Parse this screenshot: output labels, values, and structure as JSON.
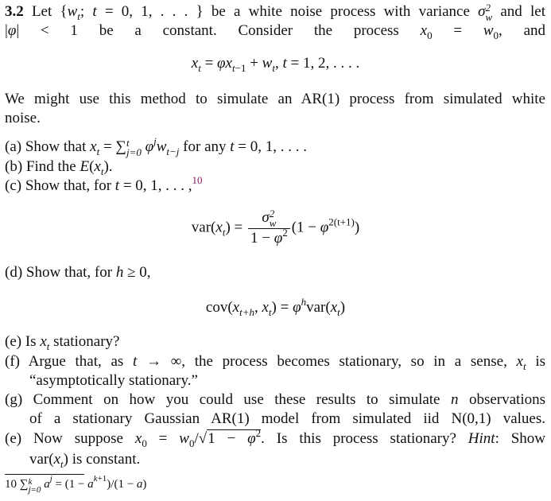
{
  "problem_number": "3.2",
  "lines": {
    "l1": [
      [
        "t",
        " Let {"
      ],
      [
        "i",
        "w"
      ],
      [
        "subi",
        "t"
      ],
      [
        "t",
        "; "
      ],
      [
        "i",
        "t"
      ],
      [
        "t",
        " = 0, 1, . . . } be a white noise process with variance "
      ],
      [
        "i",
        "σ"
      ],
      [
        "ss",
        "2",
        "w"
      ],
      [
        "t",
        " and let"
      ]
    ],
    "l2": [
      [
        "t",
        "|"
      ],
      [
        "i",
        "φ"
      ],
      [
        "t",
        "| < 1 be a constant. Consider the process "
      ],
      [
        "i",
        "x"
      ],
      [
        "sub",
        "0"
      ],
      [
        "t",
        " = "
      ],
      [
        "i",
        "w"
      ],
      [
        "sub",
        "0"
      ],
      [
        "t",
        ", and"
      ]
    ],
    "d1": [
      [
        "i",
        "x"
      ],
      [
        "subi",
        "t"
      ],
      [
        "t",
        " = "
      ],
      [
        "i",
        "φx"
      ],
      [
        "subi",
        "t"
      ],
      [
        "sub",
        "−1"
      ],
      [
        "t",
        " + "
      ],
      [
        "i",
        "w"
      ],
      [
        "subi",
        "t"
      ],
      [
        "t",
        ",     "
      ],
      [
        "i",
        "t"
      ],
      [
        "t",
        " = 1, 2, . . . ."
      ]
    ],
    "p1": [
      [
        "t",
        "We might use this method to simulate an AR(1) process from simulated white"
      ]
    ],
    "p2": [
      [
        "t",
        "noise."
      ]
    ],
    "a": [
      [
        "t",
        "(a) Show that "
      ],
      [
        "i",
        "x"
      ],
      [
        "subi",
        "t"
      ],
      [
        "t",
        " = ∑"
      ],
      [
        "ss",
        "t",
        "j=0"
      ],
      [
        "t",
        " "
      ],
      [
        "i",
        "φ"
      ],
      [
        "supi",
        "j"
      ],
      [
        "i",
        "w"
      ],
      [
        "subi",
        "t−j"
      ],
      [
        "t",
        " for any "
      ],
      [
        "i",
        "t"
      ],
      [
        "t",
        " = 0, 1, . . . ."
      ]
    ],
    "b": [
      [
        "t",
        "(b) Find the "
      ],
      [
        "i",
        "E"
      ],
      [
        "t",
        "("
      ],
      [
        "i",
        "x"
      ],
      [
        "subi",
        "t"
      ],
      [
        "t",
        ")."
      ]
    ],
    "c": [
      [
        "t",
        "(c) Show that, for "
      ],
      [
        "i",
        "t"
      ],
      [
        "t",
        " = 0, 1, . . . ,"
      ],
      [
        "fn",
        "10"
      ]
    ],
    "d2": [
      [
        "t",
        "var("
      ],
      [
        "i",
        "x"
      ],
      [
        "subi",
        "t"
      ],
      [
        "t",
        ") = "
      ],
      [
        "frac",
        [
          [
            "i",
            "σ"
          ],
          [
            "ss",
            "2",
            "w"
          ]
        ],
        [
          [
            "t",
            "1 − "
          ],
          [
            "i",
            "φ"
          ],
          [
            "sup",
            "2"
          ]
        ]
      ],
      [
        "t",
        "(1 − "
      ],
      [
        "i",
        "φ"
      ],
      [
        "sup",
        "2(t+1)"
      ],
      [
        "t",
        ")"
      ]
    ],
    "d": [
      [
        "t",
        "(d) Show that, for "
      ],
      [
        "i",
        "h"
      ],
      [
        "t",
        " ≥ 0,"
      ]
    ],
    "d3": [
      [
        "t",
        "cov("
      ],
      [
        "i",
        "x"
      ],
      [
        "subi",
        "t+h"
      ],
      [
        "t",
        ", "
      ],
      [
        "i",
        "x"
      ],
      [
        "subi",
        "t"
      ],
      [
        "t",
        ") = "
      ],
      [
        "i",
        "φ"
      ],
      [
        "supi",
        "h"
      ],
      [
        "t",
        "var("
      ],
      [
        "i",
        "x"
      ],
      [
        "subi",
        "t"
      ],
      [
        "t",
        ")"
      ]
    ],
    "e": [
      [
        "t",
        "(e) Is "
      ],
      [
        "i",
        "x"
      ],
      [
        "subi",
        "t"
      ],
      [
        "t",
        " stationary?"
      ]
    ],
    "f1": [
      [
        "t",
        "(f) Argue that, as "
      ],
      [
        "i",
        "t"
      ],
      [
        "t",
        " → ∞, the process becomes stationary, so in a sense, "
      ],
      [
        "i",
        "x"
      ],
      [
        "subi",
        "t"
      ],
      [
        "t",
        " is"
      ]
    ],
    "f2": [
      [
        "t",
        "“asymptotically stationary.”"
      ]
    ],
    "g1": [
      [
        "t",
        "(g) Comment on how you could use these results to simulate "
      ],
      [
        "i",
        "n"
      ],
      [
        "t",
        " observations"
      ]
    ],
    "g2": [
      [
        "t",
        "of a stationary Gaussian AR(1) model from simulated iid N(0,1) values."
      ]
    ],
    "e2a": [
      [
        "t",
        "(e) Now suppose "
      ],
      [
        "i",
        "x"
      ],
      [
        "sub",
        "0"
      ],
      [
        "t",
        " = "
      ],
      [
        "i",
        "w"
      ],
      [
        "sub",
        "0"
      ],
      [
        "t",
        "/√"
      ],
      [
        "sqrt",
        [
          [
            "t",
            "1 − "
          ],
          [
            "i",
            "φ"
          ],
          [
            "sup",
            "2"
          ]
        ]
      ],
      [
        "t",
        ". Is this process stationary? "
      ],
      [
        "i",
        "Hint"
      ],
      [
        "t",
        ": Show"
      ]
    ],
    "e2b": [
      [
        "t",
        "var("
      ],
      [
        "i",
        "x"
      ],
      [
        "subi",
        "t"
      ],
      [
        "t",
        ") is constant."
      ]
    ],
    "footnote": [
      [
        "t",
        "10 "
      ],
      [
        "t",
        "∑"
      ],
      [
        "ss",
        "k",
        "j=0"
      ],
      [
        "t",
        " "
      ],
      [
        "i",
        "a"
      ],
      [
        "supi",
        "j"
      ],
      [
        "t",
        " = (1 − "
      ],
      [
        "i",
        "a"
      ],
      [
        "supi",
        "k"
      ],
      [
        "sup",
        "+1"
      ],
      [
        "t",
        ")/(1 − "
      ],
      [
        "i",
        "a"
      ],
      [
        "t",
        ")"
      ]
    ]
  },
  "colors": {
    "footnote_marker": "#8a1a6a",
    "text": "#111111"
  }
}
